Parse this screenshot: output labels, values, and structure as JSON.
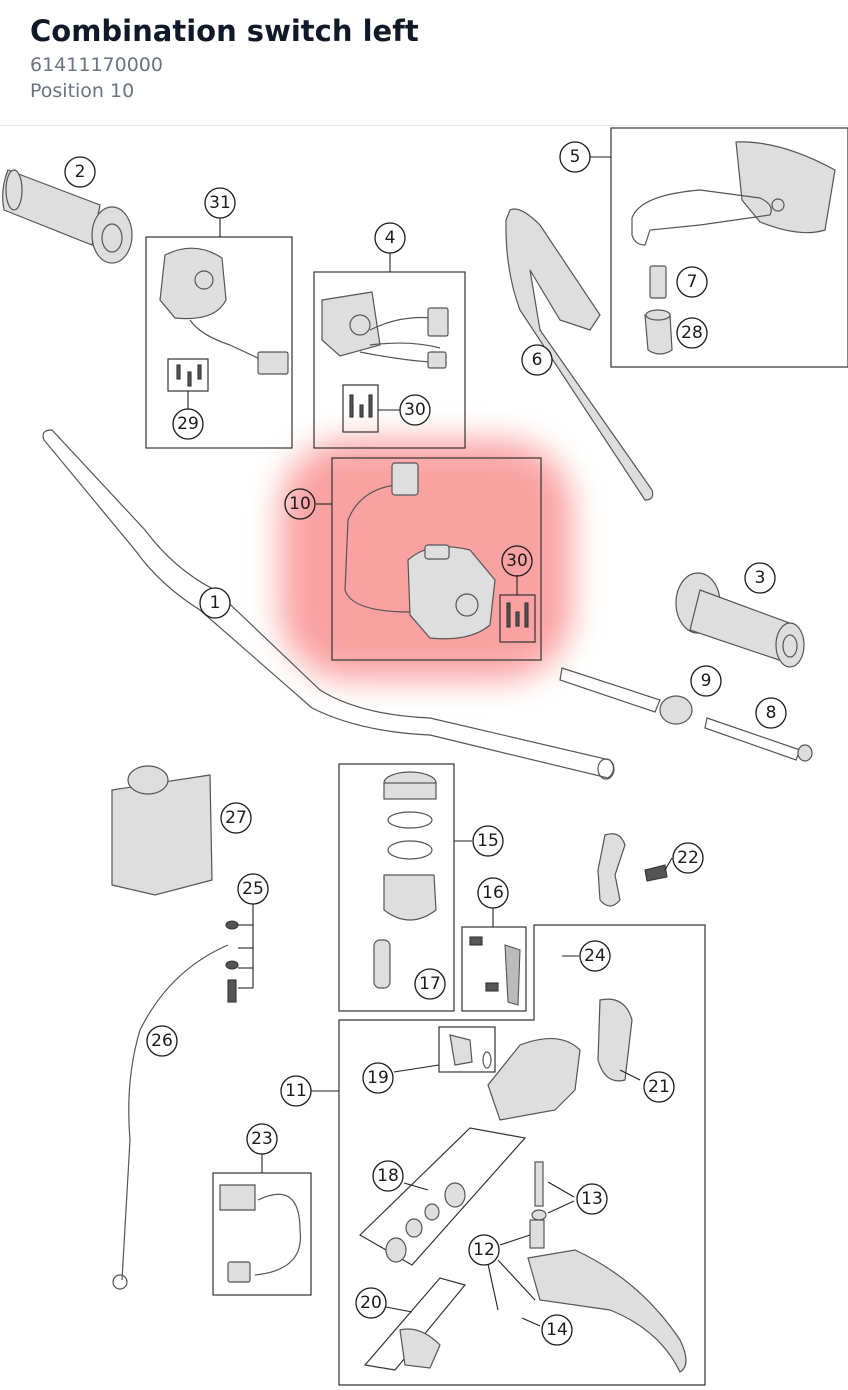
{
  "header": {
    "title": "Combination switch left",
    "part_number": "61411170000",
    "position": "Position 10"
  },
  "highlight": {
    "color": "#f87171",
    "opacity": 0.65,
    "callout": "10"
  },
  "callouts": {
    "c1": "1",
    "c2": "2",
    "c3": "3",
    "c4": "4",
    "c5": "5",
    "c6": "6",
    "c7": "7",
    "c8": "8",
    "c9": "9",
    "c10": "10",
    "c11": "11",
    "c12": "12",
    "c13": "13",
    "c14": "14",
    "c15": "15",
    "c16": "16",
    "c17": "17",
    "c18": "18",
    "c19": "19",
    "c20": "20",
    "c21": "21",
    "c22": "22",
    "c23": "23",
    "c24": "24",
    "c25": "25",
    "c26": "26",
    "c27": "27",
    "c28": "28",
    "c29": "29",
    "c30a": "30",
    "c30b": "30",
    "c31": "31"
  }
}
